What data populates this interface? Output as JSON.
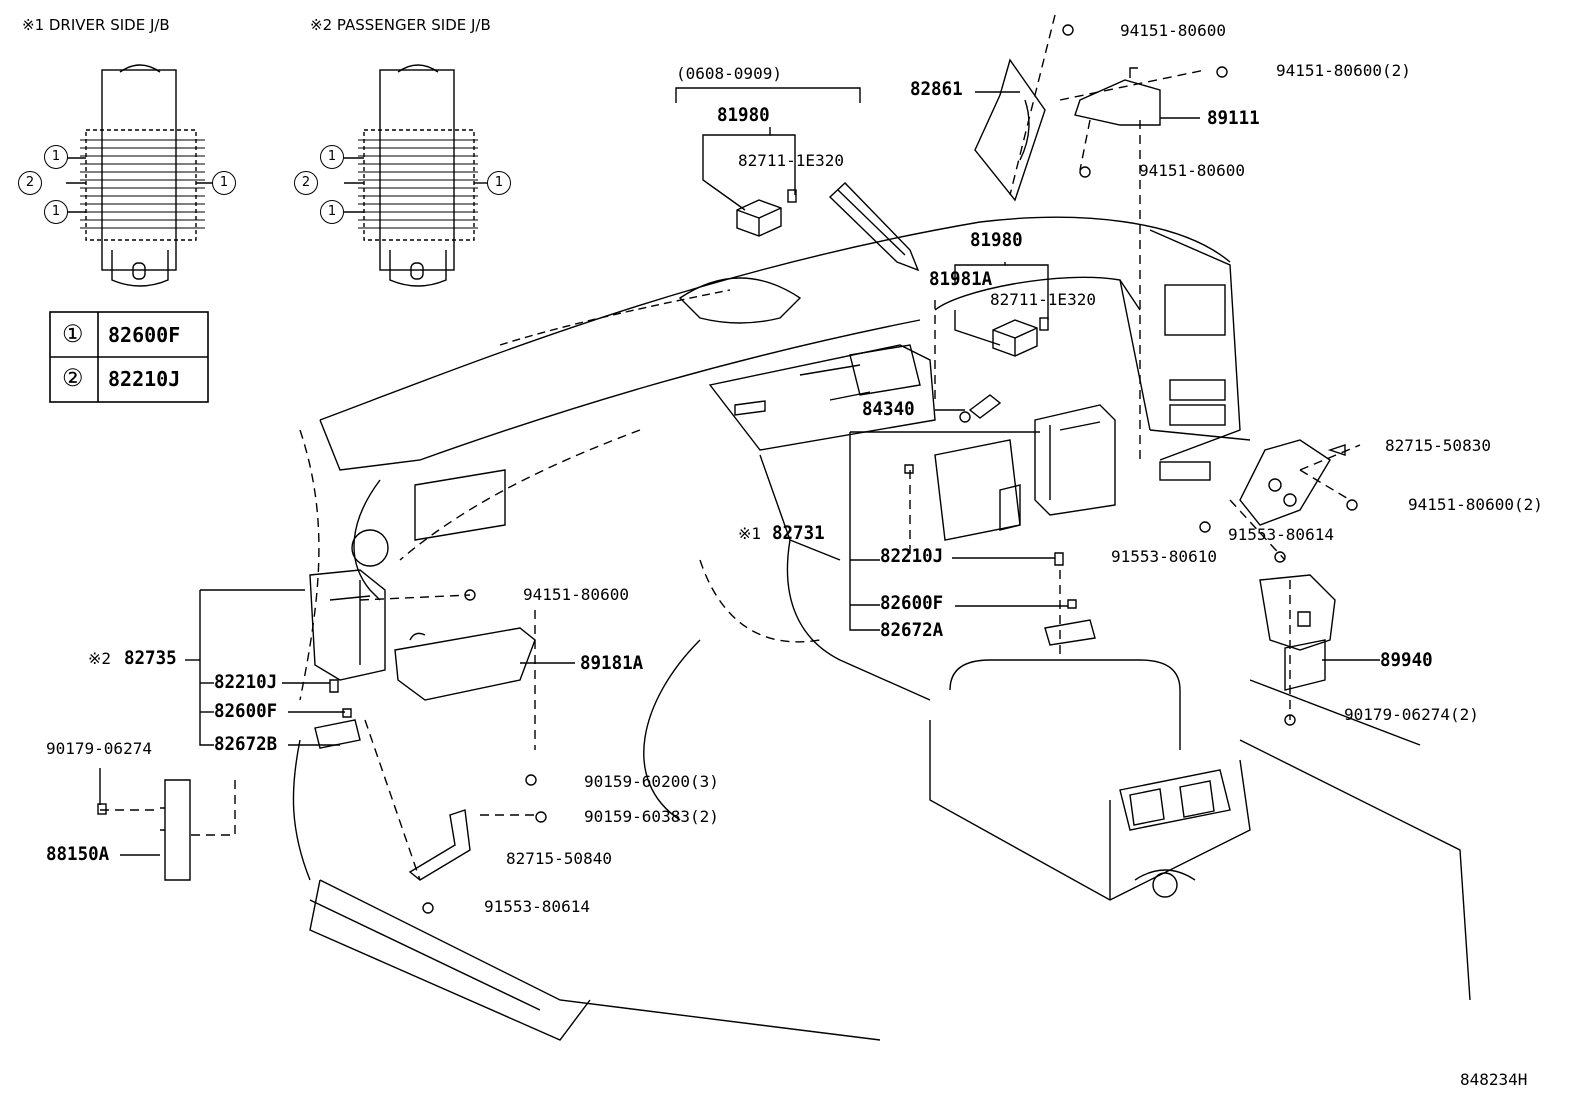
{
  "headers": {
    "driver": "※1 DRIVER SIDE J/B",
    "passenger": "※2 PASSENGER SIDE J/B"
  },
  "legend": [
    {
      "num": "①",
      "part": "82600F"
    },
    {
      "num": "②",
      "part": "82210J"
    }
  ],
  "circle_marks": {
    "one": "1",
    "two": "2"
  },
  "parts": {
    "date_range": "(0608-0909)",
    "p81980_top": "81980",
    "p82711_top": "82711-1E320",
    "p81980_mid": "81980",
    "p81981A": "81981A",
    "p82711_mid": "82711-1E320",
    "p82861": "82861",
    "p94151_a": "94151-80600",
    "p94151_b": "94151-80600(2)",
    "p89111": "89111",
    "p94151_c": "94151-80600",
    "p84340": "84340",
    "p82715_50830": "82715-50830",
    "p94151_d": "94151-80600(2)",
    "p91553_80614_r": "91553-80614",
    "p91553_80610": "91553-80610",
    "mark1": "※1",
    "p82731": "82731",
    "p82210J_mid": "82210J",
    "p82600F_mid": "82600F",
    "p82672A": "82672A",
    "p89940": "89940",
    "p90179_r": "90179-06274(2)",
    "p94151_e": "94151-80600",
    "mark2": "※2",
    "p82735": "82735",
    "p89181A": "89181A",
    "p82210J_left": "82210J",
    "p82600F_left": "82600F",
    "p82672B": "82672B",
    "p90179_left": "90179-06274",
    "p88150A": "88150A",
    "p90159_60200": "90159-60200(3)",
    "p90159_60383": "90159-60383(2)",
    "p82715_50840": "82715-50840",
    "p91553_80614_l": "91553-80614",
    "diagram_id": "848234H"
  }
}
